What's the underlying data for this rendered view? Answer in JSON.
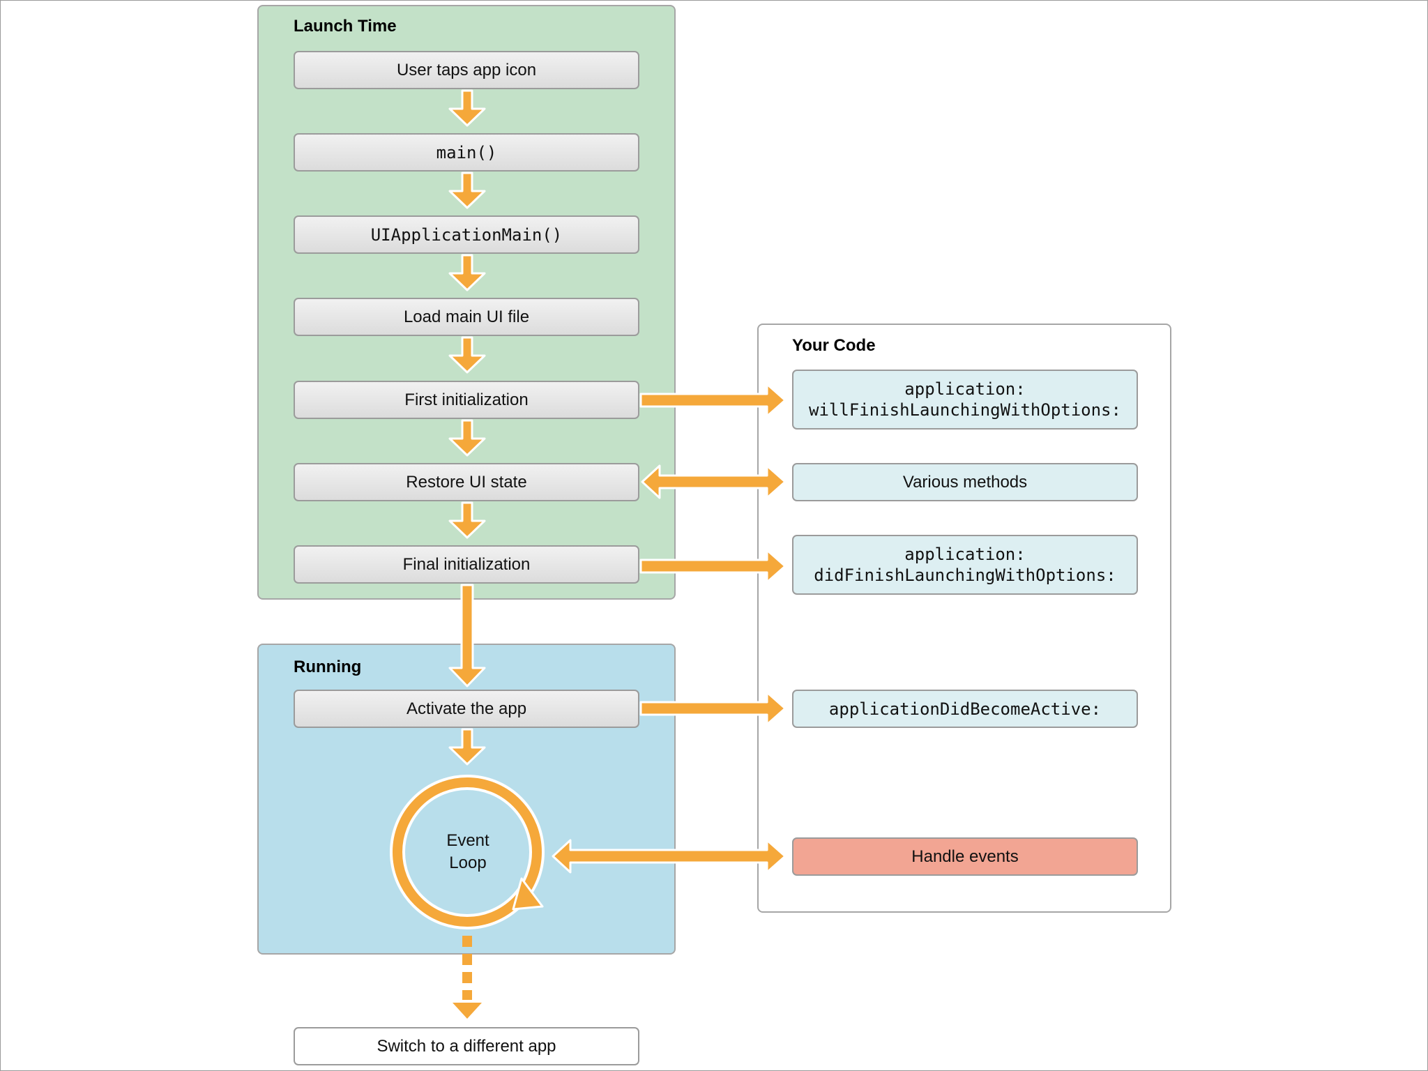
{
  "sections": {
    "launch_title": "Launch Time",
    "running_title": "Running",
    "code_title": "Your Code"
  },
  "launch_steps": {
    "tap": "User taps app icon",
    "main": "main()",
    "uiapp": "UIApplicationMain()",
    "load": "Load main UI file",
    "first": "First initialization",
    "restore": "Restore UI state",
    "final": "Final initialization"
  },
  "running_steps": {
    "activate": "Activate the app",
    "event_loop": "Event\nLoop"
  },
  "code_items": {
    "will_finish": "application:\nwillFinishLaunchingWithOptions:",
    "various": "Various methods",
    "did_finish": "application:\ndidFinishLaunchingWithOptions:",
    "did_become_active": "applicationDidBecomeActive:",
    "handle_events": "Handle events"
  },
  "exit_step": "Switch to a different app",
  "colors": {
    "launch_bg": "#c3e1c8",
    "running_bg": "#b8deeb",
    "arrow": "#f5a83a",
    "code_box": "#ddeff2",
    "handle_events": "#f2a593"
  }
}
